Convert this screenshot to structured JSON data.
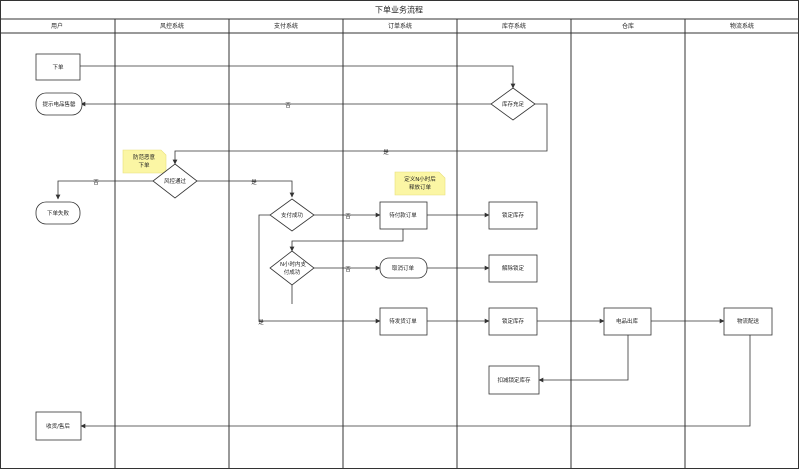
{
  "diagram": {
    "title": "下单业务流程",
    "lanes": [
      "用户",
      "风控系统",
      "支付系统",
      "订单系统",
      "库存系统",
      "仓库",
      "物流系统"
    ],
    "nodes": {
      "place_order": "下单",
      "low_stock_alert": "提示电品售罄",
      "stock_enough": "库存充足",
      "risk_pass": "风控通过",
      "order_fail": "下单失败",
      "pay_success": "支付成功",
      "pending_pay_order": "待付款订单",
      "lock_stock_1": "锁定库存",
      "paid_within_n": [
        "N小时内支",
        "付成功"
      ],
      "cancel_order": "取消订单",
      "release_lock": "解除锁定",
      "pending_ship_order": "待发货订单",
      "lock_stock_2": "锁定库存",
      "out_of_warehouse": "电品出库",
      "logistics_delivery": "物流配送",
      "deduct_locked_stock": "扣减锁定库存",
      "receipt_aftersale": "收货/售后"
    },
    "notes": {
      "anti_fraud": [
        "防范恶意",
        "下单"
      ],
      "n_hours": [
        "定义N小时后",
        "释放订单"
      ]
    },
    "edge_labels": {
      "stock_no": "否",
      "stock_yes": "是",
      "risk_no": "否",
      "risk_yes": "是",
      "pay_no": "否",
      "paid_n_no": "否",
      "paid_n_yes": "是"
    }
  }
}
